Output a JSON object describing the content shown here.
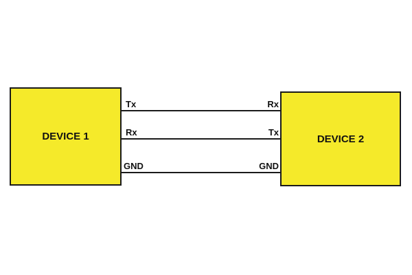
{
  "devices": {
    "left": {
      "label": "DEVICE 1"
    },
    "right": {
      "label": "DEVICE 2"
    }
  },
  "connections": [
    {
      "left_pin": "Tx",
      "right_pin": "Rx"
    },
    {
      "left_pin": "Rx",
      "right_pin": "Tx"
    },
    {
      "left_pin": "GND",
      "right_pin": "GND"
    }
  ],
  "colors": {
    "device_fill": "#f5ea2a",
    "line": "#1a1a1a",
    "background": "#ffffff"
  }
}
